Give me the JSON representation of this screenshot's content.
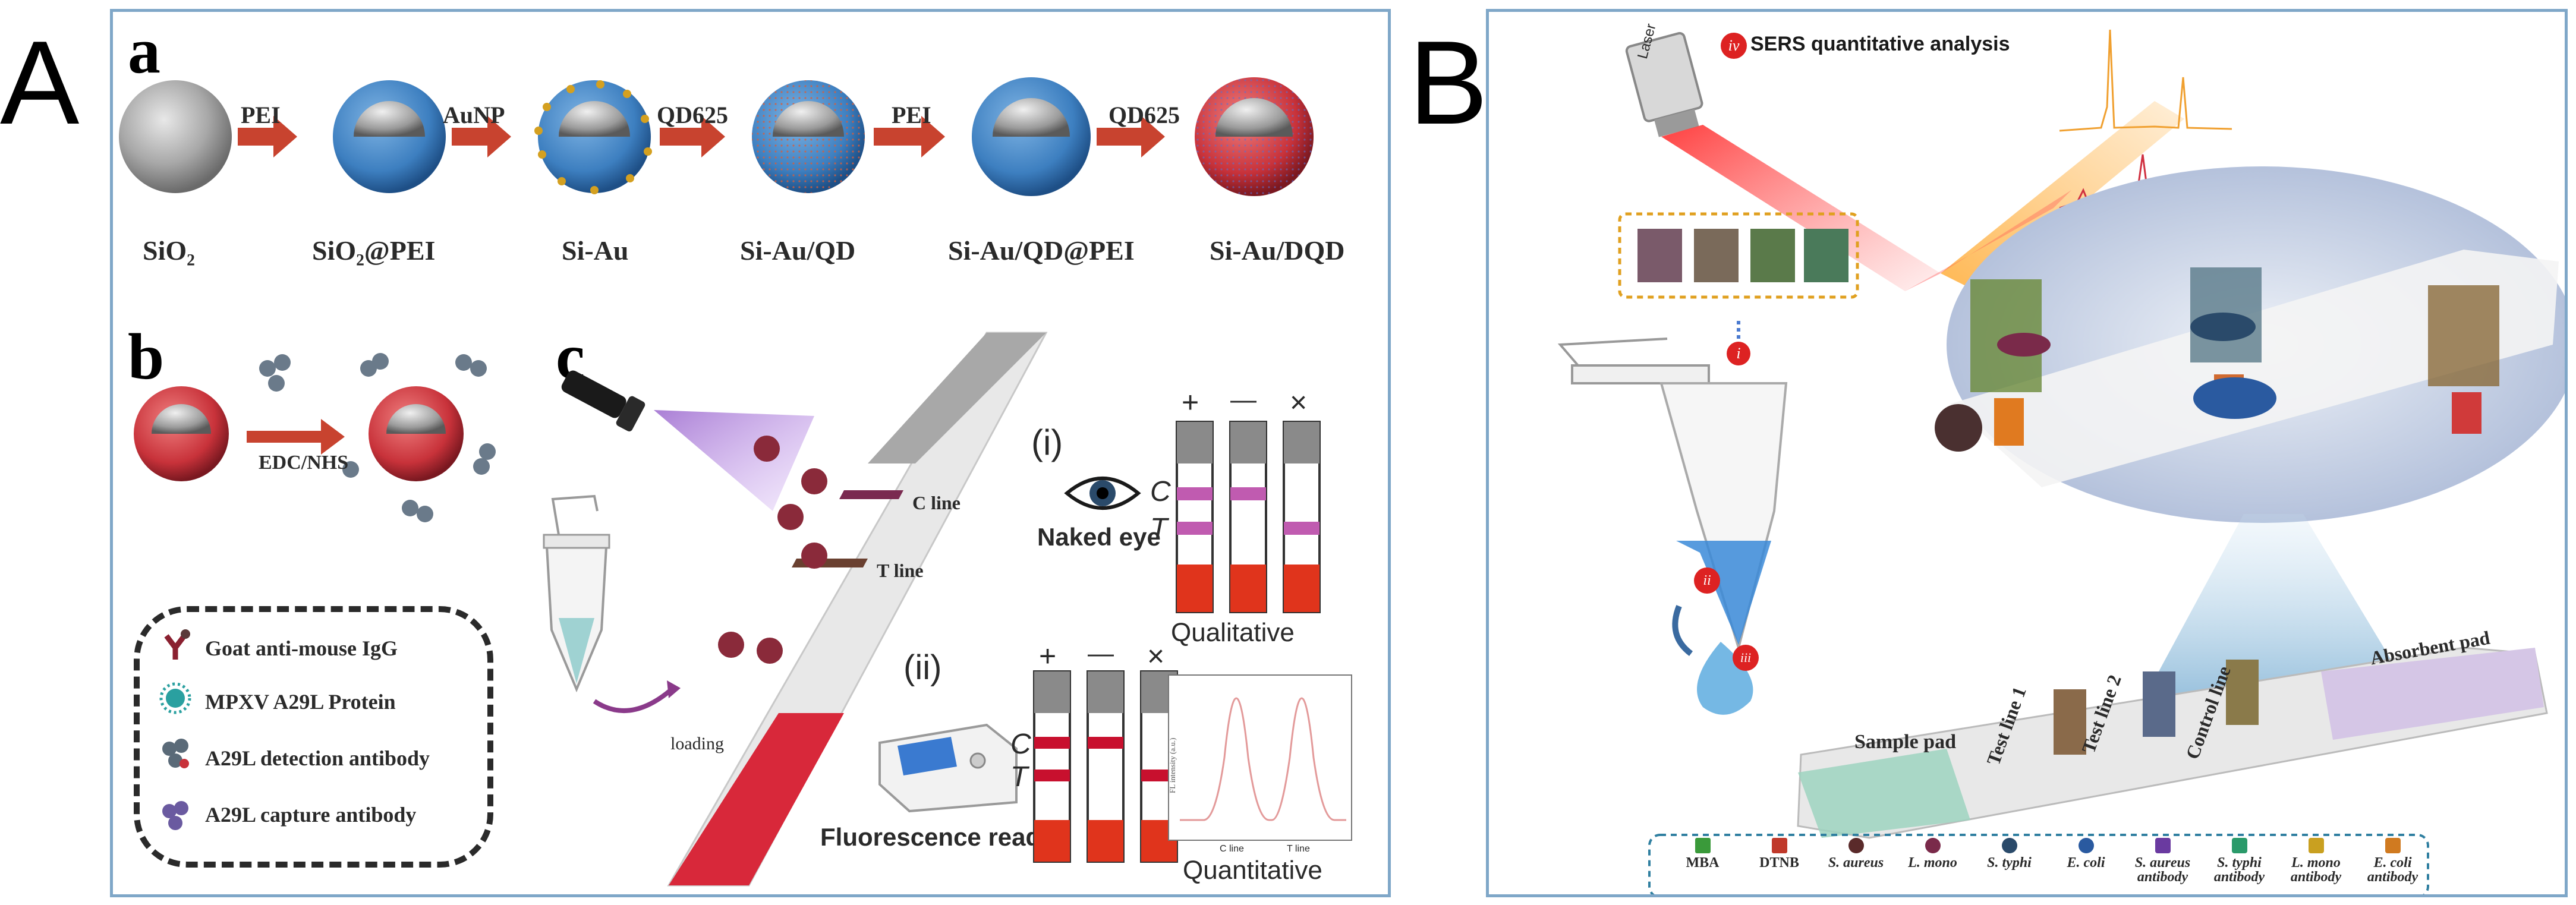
{
  "panelA": {
    "letter": "A",
    "a": {
      "letter": "a",
      "particles": [
        "SiO₂",
        "SiO₂@PEI",
        "Si-Au",
        "Si-Au/QD",
        "Si-Au/QD@PEI",
        "Si-Au/DQD"
      ],
      "arrows": [
        "PEI",
        "AuNP",
        "QD625",
        "PEI",
        "QD625"
      ]
    },
    "b": {
      "letter": "b",
      "arrow_label": "EDC/NHS"
    },
    "legend": [
      "Goat anti-mouse IgG",
      "MPXV A29L Protein",
      "A29L detection antibody",
      "A29L capture antibody"
    ],
    "c": {
      "letter": "c",
      "c_line": "C line",
      "t_line": "T line",
      "loading": "loading",
      "i_label": "(i)",
      "ii_label": "(ii)",
      "naked_eye": "Naked eye",
      "qualitative": "Qualitative",
      "fluorescence_reader": "Fluorescence reader",
      "quantitative": "Quantitative",
      "strip_headers": [
        "+",
        "—",
        "×"
      ],
      "strip_C": "C",
      "strip_T": "T",
      "plot_ylabel": "FL intensity (a.u.)",
      "plot_xlabels": [
        "C line",
        "T line"
      ]
    }
  },
  "panelB": {
    "letter": "B",
    "step_iv": "iv",
    "step_i": "i",
    "step_ii": "ii",
    "step_iii": "iii",
    "sers_title": "SERS quantitative analysis",
    "laser": "Laser",
    "pads": [
      "Sample pad",
      "Test line 1",
      "Test line 2",
      "Control line",
      "Absorbent pad"
    ],
    "legend": [
      {
        "label": "MBA",
        "italic": false,
        "color": "#3a9a3a"
      },
      {
        "label": "DTNB",
        "italic": false,
        "color": "#c0392b"
      },
      {
        "label": "S. aureus",
        "italic": true,
        "color": "#5a2a2a"
      },
      {
        "label": "L. mono",
        "italic": true,
        "color": "#7a2a4a"
      },
      {
        "label": "S. typhi",
        "italic": true,
        "color": "#2a4a6a"
      },
      {
        "label": "E. coli",
        "italic": true,
        "color": "#2a5aa0"
      },
      {
        "label": "S. aureus antibody",
        "italic": true,
        "color": "#6a3aa0"
      },
      {
        "label": "S. typhi antibody",
        "italic": true,
        "color": "#2a9a6a"
      },
      {
        "label": "L. mono antibody",
        "italic": true,
        "color": "#c9a020"
      },
      {
        "label": "E. coli antibody",
        "italic": true,
        "color": "#d07a20"
      }
    ]
  },
  "colors": {
    "frame": "#7fa7c8",
    "arrow": "#c8432f",
    "strip_red": "#e0341c",
    "strip_gray": "#8a8a8a",
    "c_band": "#c05bb0",
    "legend_b_border": "#2f7fa0"
  }
}
